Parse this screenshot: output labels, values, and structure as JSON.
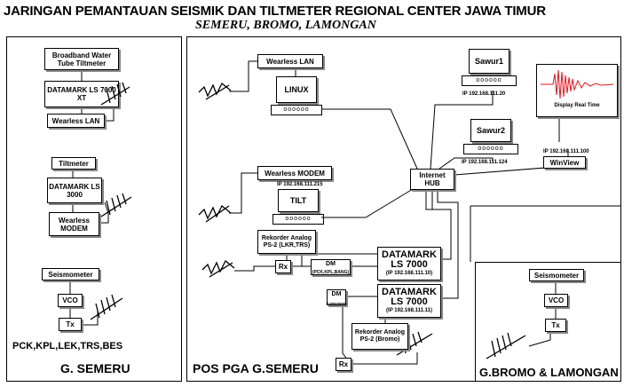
{
  "header": {
    "title": "JARINGAN PEMANTAUAN SEISMIK DAN TILTMETER REGIONAL CENTER JAWA TIMUR",
    "subtitle": "SEMERU, BROMO, LAMONGAN"
  },
  "left_panel": {
    "footer": "G. SEMERU",
    "stations": "PCK,KPL,LEK,TRS,BES",
    "boxes": {
      "broadband": "Broadband Water Tube Tiltmeter",
      "datamark_xt": "DATAMARK LS 7000 XT",
      "wearless_lan": "Wearless LAN",
      "tiltmeter": "Tiltmeter",
      "datamark_3000": "DATAMARK LS 3000",
      "wearless_modem": "Wearless MODEM",
      "seismometer": "Seismometer",
      "vco": "VCO",
      "tx": "Tx"
    }
  },
  "center_panel": {
    "footer": "POS PGA G.SEMERU",
    "wearless_lan": "Wearless LAN",
    "linux": "LINUX",
    "wearless_modem": "Wearless MODEM",
    "tilt_ip": "IP 192.168.111.215",
    "tilt": "TILT",
    "sawur1": "Sawur1",
    "sawur1_ip": "IP 192.168.111.20",
    "sawur2": "Sawur2",
    "sawur2_ip": "IP 192.168.111.124",
    "display": "Display Real Time",
    "winview_ip": "IP 192.168.111.100",
    "winview": "WinView",
    "hub": "Internet HUB",
    "rekorder1": "Rekorder Analog PS-2 (LKR,TRS)",
    "rx1": "Rx",
    "dm1": "DM",
    "dm1_sub": "(PCK,KPL,BANG)",
    "datamark1": "DATAMARK LS 7000",
    "datamark1_ip": "(IP 192.168.111.10)",
    "dm2": "DM",
    "dm2_sub": "(Lamongan)",
    "datamark2": "DATAMARK LS 7000",
    "datamark2_ip": "(IP 192.168.111.11)",
    "rekorder2": "Rekorder Analog PS-2 (Bromo)",
    "rx2": "Rx"
  },
  "right_panel": {
    "footer": "G.BROMO & LAMONGAN",
    "seismometer": "Seismometer",
    "vco": "VCO",
    "tx": "Tx"
  }
}
